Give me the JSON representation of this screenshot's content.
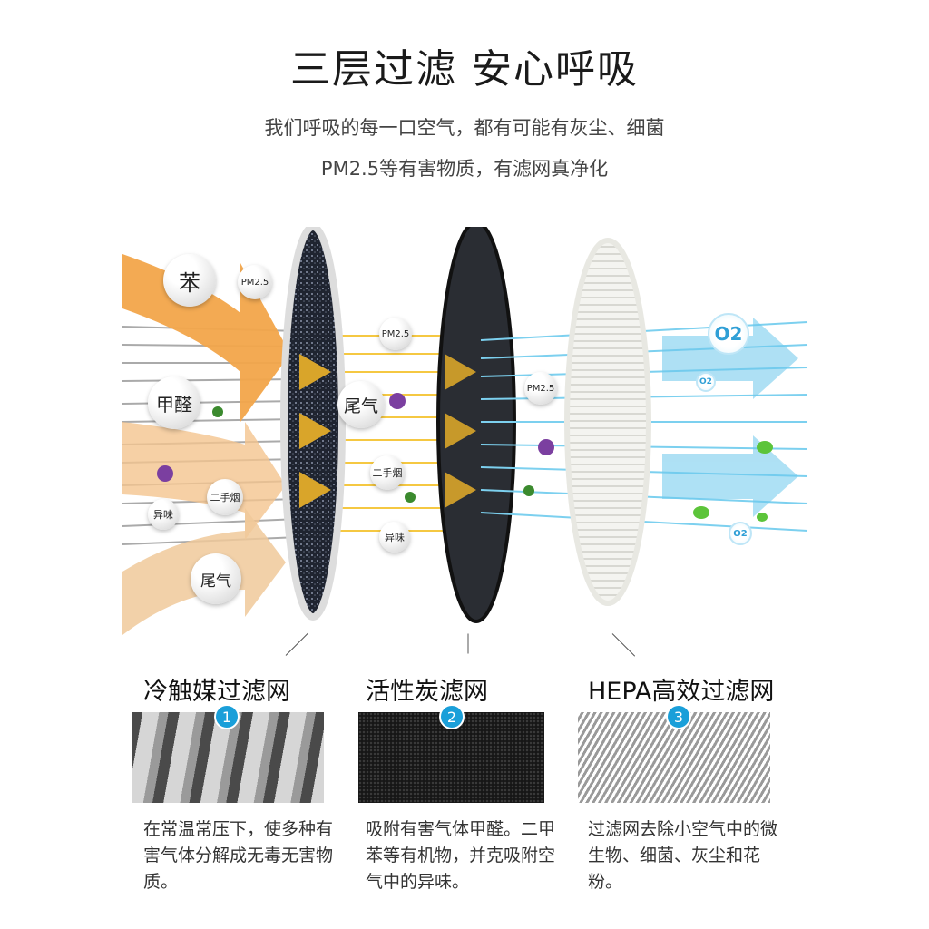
{
  "header": {
    "title": "三层过滤 安心呼吸",
    "subtitle_line1": "我们呼吸的每一口空气，都有可能有灰尘、细菌",
    "subtitle_line2": "PM2.5等有害物质，有滤网真净化"
  },
  "pollutants_before": [
    "苯",
    "PM2.5",
    "甲醛",
    "二手烟",
    "异味",
    "尾气"
  ],
  "pollutants_middle": [
    "PM2.5",
    "尾气",
    "二手烟",
    "异味"
  ],
  "pollutants_after": [
    "PM2.5"
  ],
  "clean_air": [
    "O2",
    "O2",
    "O2"
  ],
  "filters": [
    {
      "number": "1",
      "name": "冷触媒过滤网",
      "description": "在常温常压下，使多种有害气体分解成无毒无害物质。"
    },
    {
      "number": "2",
      "name": "活性炭滤网",
      "description": "吸附有害气体甲醛。二甲苯等有机物，并克吸附空气中的异味。"
    },
    {
      "number": "3",
      "name": "HEPA高效过滤网",
      "description": "过滤网去除小空气中的微生物、细菌、灰尘和花粉。"
    }
  ],
  "colors": {
    "accent": "#1a9fd9",
    "orange": "#f2a54a",
    "yellow": "#f5c842",
    "blue_flow": "#7cd0ef"
  }
}
